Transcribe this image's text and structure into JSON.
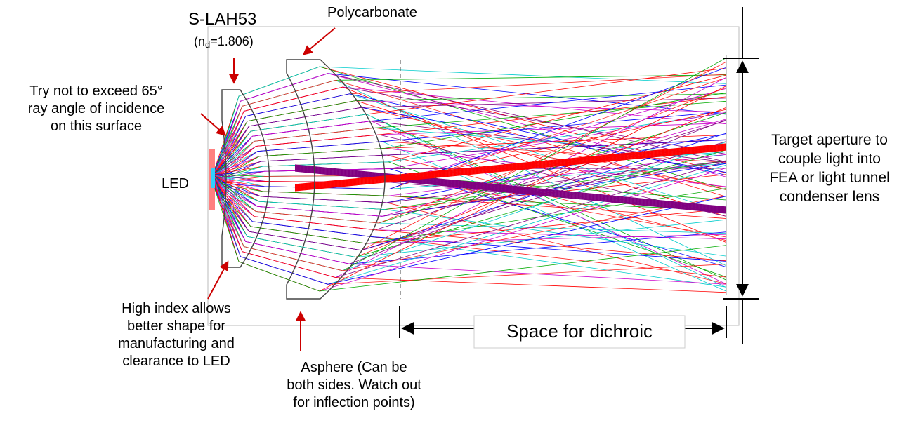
{
  "labels": {
    "s_lah53": "S-LAH53",
    "nd_prefix": "(n",
    "nd_sub": "d",
    "nd_value": "=1.806)",
    "polycarbonate": "Polycarbonate",
    "angle_note": [
      "Try not to exceed 65°",
      "ray angle of incidence",
      "on this surface"
    ],
    "led": "LED",
    "high_index_note": [
      "High index allows",
      "better shape for",
      "manufacturing and",
      "clearance to LED"
    ],
    "asphere_note": [
      "Asphere (Can be",
      "both sides. Watch out",
      "for inflection points)"
    ],
    "target_aperture_note": [
      "Target aperture to",
      "couple light into",
      "FEA or light tunnel",
      "condenser lens"
    ],
    "dichroic_space": "Space for dichroic"
  },
  "colors": {
    "arrow": "#cc0000",
    "ray_colors": [
      "#ff0000",
      "#0000ff",
      "#00aa00",
      "#800080",
      "#00cccc",
      "#cc00cc",
      "#ff2020"
    ],
    "lens_outline": "#333333",
    "dimension_line": "#000000"
  }
}
